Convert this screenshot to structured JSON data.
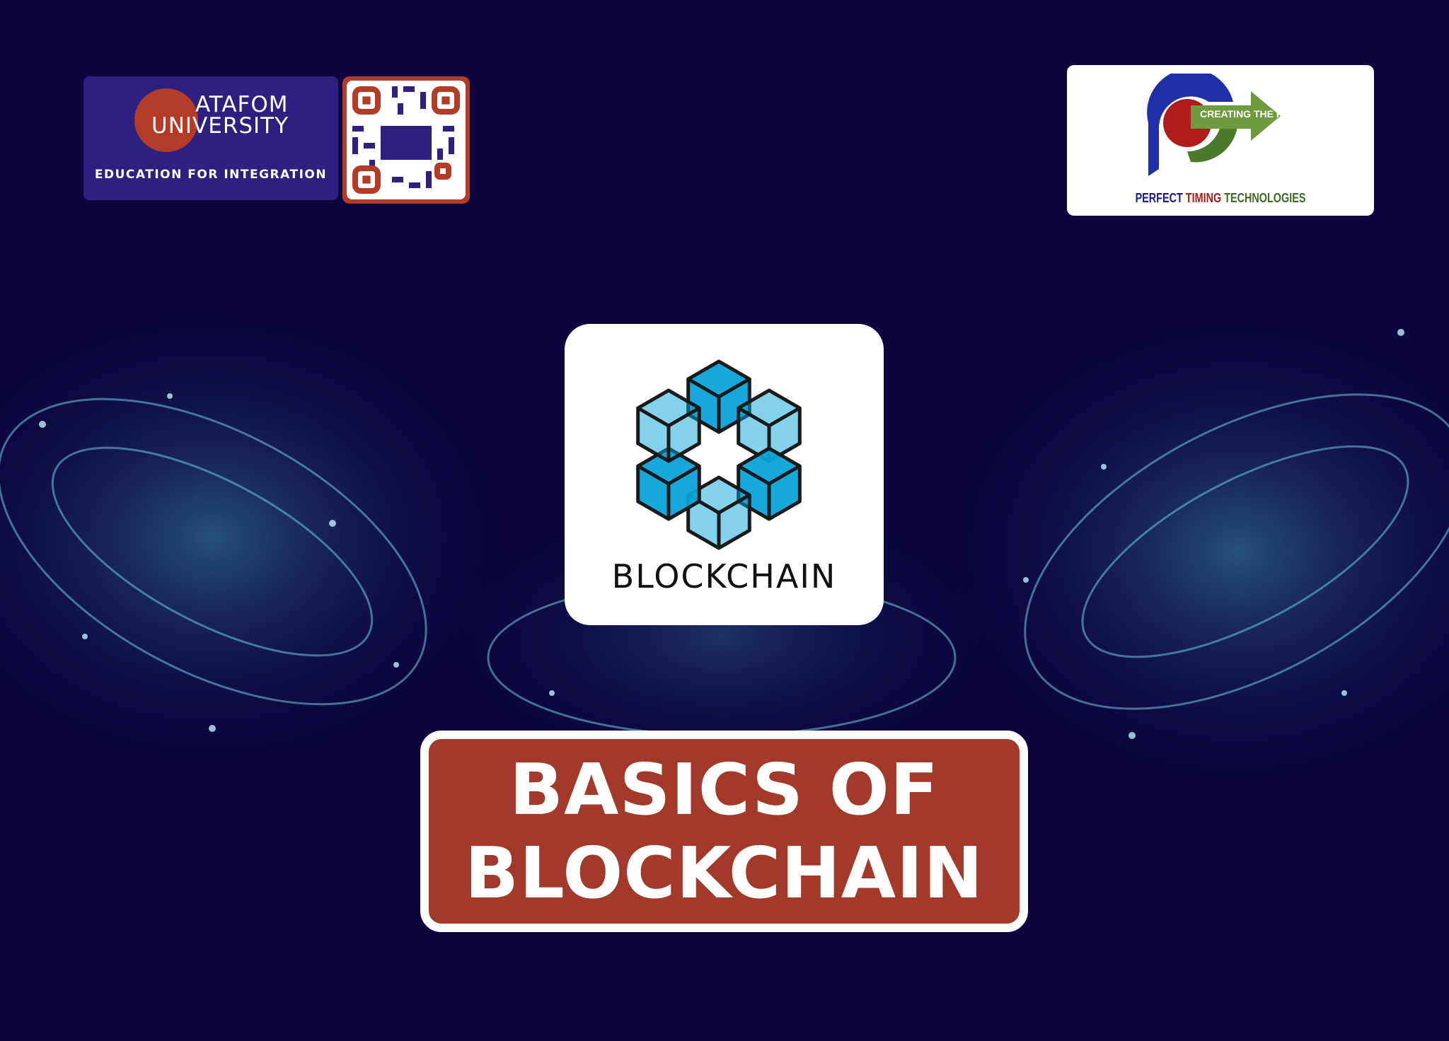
{
  "university": {
    "name_line1": "ATAFOM",
    "name_line2": "UNIVERSITY",
    "tagline": "EDUCATION FOR INTEGRATION"
  },
  "partner": {
    "slogan": "CREATING THE FUTURE",
    "name_parts": [
      "PERFECT",
      "TIMING",
      "TECHNOLOGIES"
    ],
    "colors": [
      "#1a1c8c",
      "#a61c1c",
      "#3f6b24"
    ]
  },
  "center_logo": {
    "label": "BLOCKCHAIN"
  },
  "title": {
    "line1": "BASICS OF",
    "line2": "BLOCKCHAIN"
  },
  "colors": {
    "background": "#0c0540",
    "accent_red": "#a3392a",
    "cube_blue": "#0aa3d8",
    "university_blue": "#2e2080"
  }
}
